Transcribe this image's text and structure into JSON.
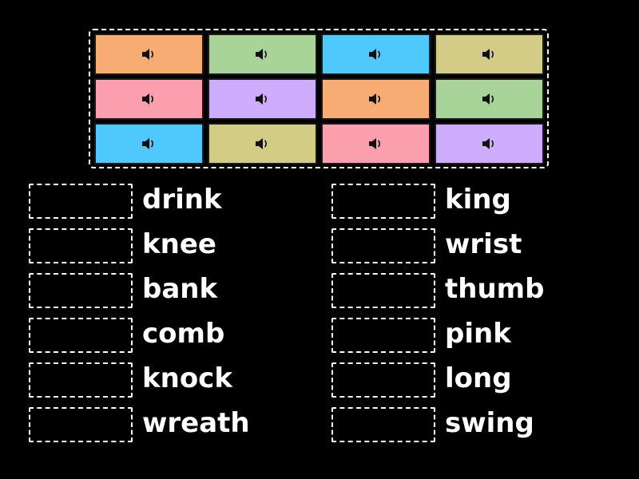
{
  "tiles": [
    {
      "color": "#F7AC74",
      "icon": "speaker-icon"
    },
    {
      "color": "#A8D49A",
      "icon": "speaker-icon"
    },
    {
      "color": "#4FC8FC",
      "icon": "speaker-icon"
    },
    {
      "color": "#D3CC87",
      "icon": "speaker-icon"
    },
    {
      "color": "#FB9FAF",
      "icon": "speaker-icon"
    },
    {
      "color": "#CEADFF",
      "icon": "speaker-icon"
    },
    {
      "color": "#F7AC74",
      "icon": "speaker-icon"
    },
    {
      "color": "#A8D49A",
      "icon": "speaker-icon"
    },
    {
      "color": "#4FC8FC",
      "icon": "speaker-icon"
    },
    {
      "color": "#D3CC87",
      "icon": "speaker-icon"
    },
    {
      "color": "#FB9FAF",
      "icon": "speaker-icon"
    },
    {
      "color": "#CEADFF",
      "icon": "speaker-icon"
    }
  ],
  "words_left": [
    "drink",
    "knee",
    "bank",
    "comb",
    "knock",
    "wreath"
  ],
  "words_right": [
    "king",
    "wrist",
    "thumb",
    "pink",
    "long",
    "swing"
  ],
  "colors": {
    "background": "#000000",
    "text": "#FFFFFF",
    "dashed_border": "#FFFFFF"
  }
}
